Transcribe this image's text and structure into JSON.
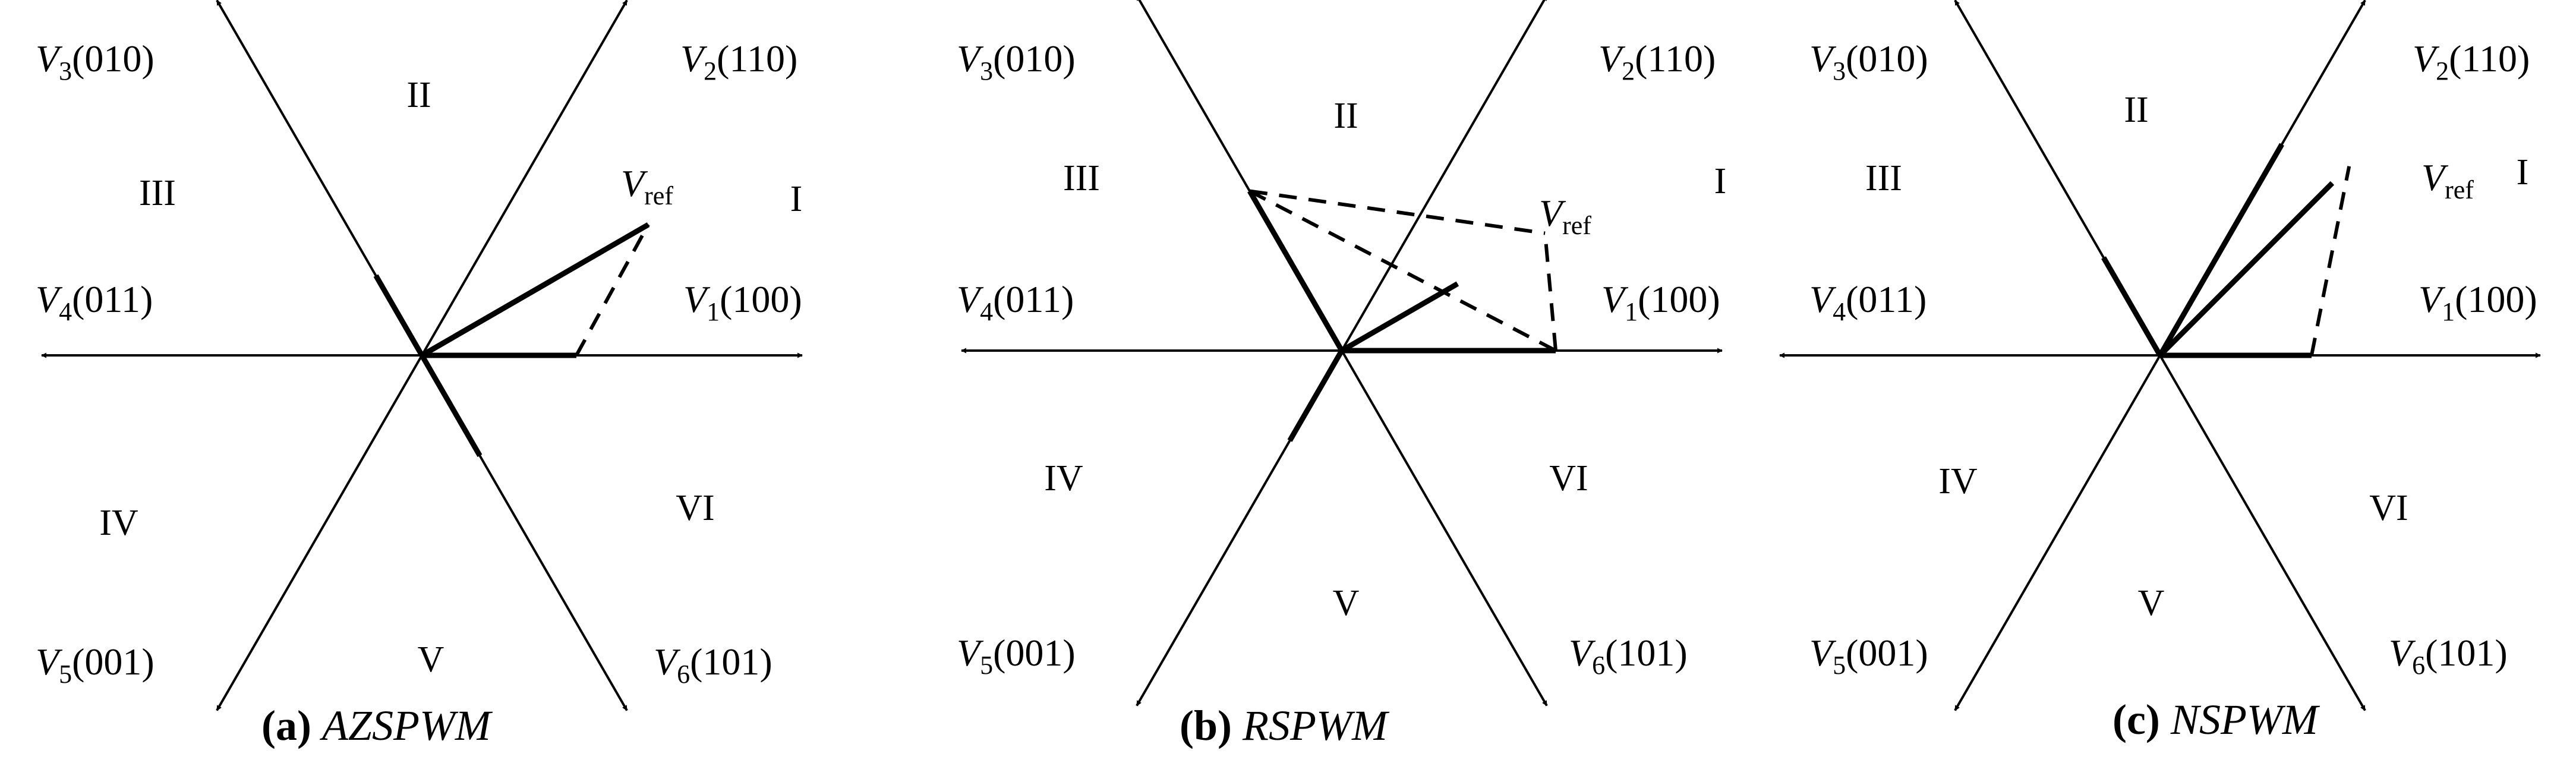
{
  "panels": [
    {
      "caption_tag": "(a)",
      "caption_name": "AZSPWM",
      "vectors": [
        {
          "label": "V",
          "sub": "1",
          "code": "(100)"
        },
        {
          "label": "V",
          "sub": "2",
          "code": "(110)"
        },
        {
          "label": "V",
          "sub": "3",
          "code": "(010)"
        },
        {
          "label": "V",
          "sub": "4",
          "code": "(011)"
        },
        {
          "label": "V",
          "sub": "5",
          "code": "(001)"
        },
        {
          "label": "V",
          "sub": "6",
          "code": "(101)"
        }
      ],
      "sectors": [
        "I",
        "II",
        "III",
        "IV",
        "V",
        "VI"
      ],
      "vref": {
        "label": "V",
        "sub": "ref"
      }
    },
    {
      "caption_tag": "(b)",
      "caption_name": "RSPWM",
      "vectors": [
        {
          "label": "V",
          "sub": "1",
          "code": "(100)"
        },
        {
          "label": "V",
          "sub": "2",
          "code": "(110)"
        },
        {
          "label": "V",
          "sub": "3",
          "code": "(010)"
        },
        {
          "label": "V",
          "sub": "4",
          "code": "(011)"
        },
        {
          "label": "V",
          "sub": "5",
          "code": "(001)"
        },
        {
          "label": "V",
          "sub": "6",
          "code": "(101)"
        }
      ],
      "sectors": [
        "I",
        "II",
        "III",
        "IV",
        "V",
        "VI"
      ],
      "vref": {
        "label": "V",
        "sub": "ref"
      }
    },
    {
      "caption_tag": "(c)",
      "caption_name": "NSPWM",
      "vectors": [
        {
          "label": "V",
          "sub": "1",
          "code": "(100)"
        },
        {
          "label": "V",
          "sub": "2",
          "code": "(110)"
        },
        {
          "label": "V",
          "sub": "3",
          "code": "(010)"
        },
        {
          "label": "V",
          "sub": "4",
          "code": "(011)"
        },
        {
          "label": "V",
          "sub": "5",
          "code": "(001)"
        },
        {
          "label": "V",
          "sub": "6",
          "code": "(101)"
        }
      ],
      "sectors": [
        "I",
        "II",
        "III",
        "IV",
        "V",
        "VI"
      ],
      "vref": {
        "label": "V",
        "sub": "ref"
      }
    }
  ]
}
